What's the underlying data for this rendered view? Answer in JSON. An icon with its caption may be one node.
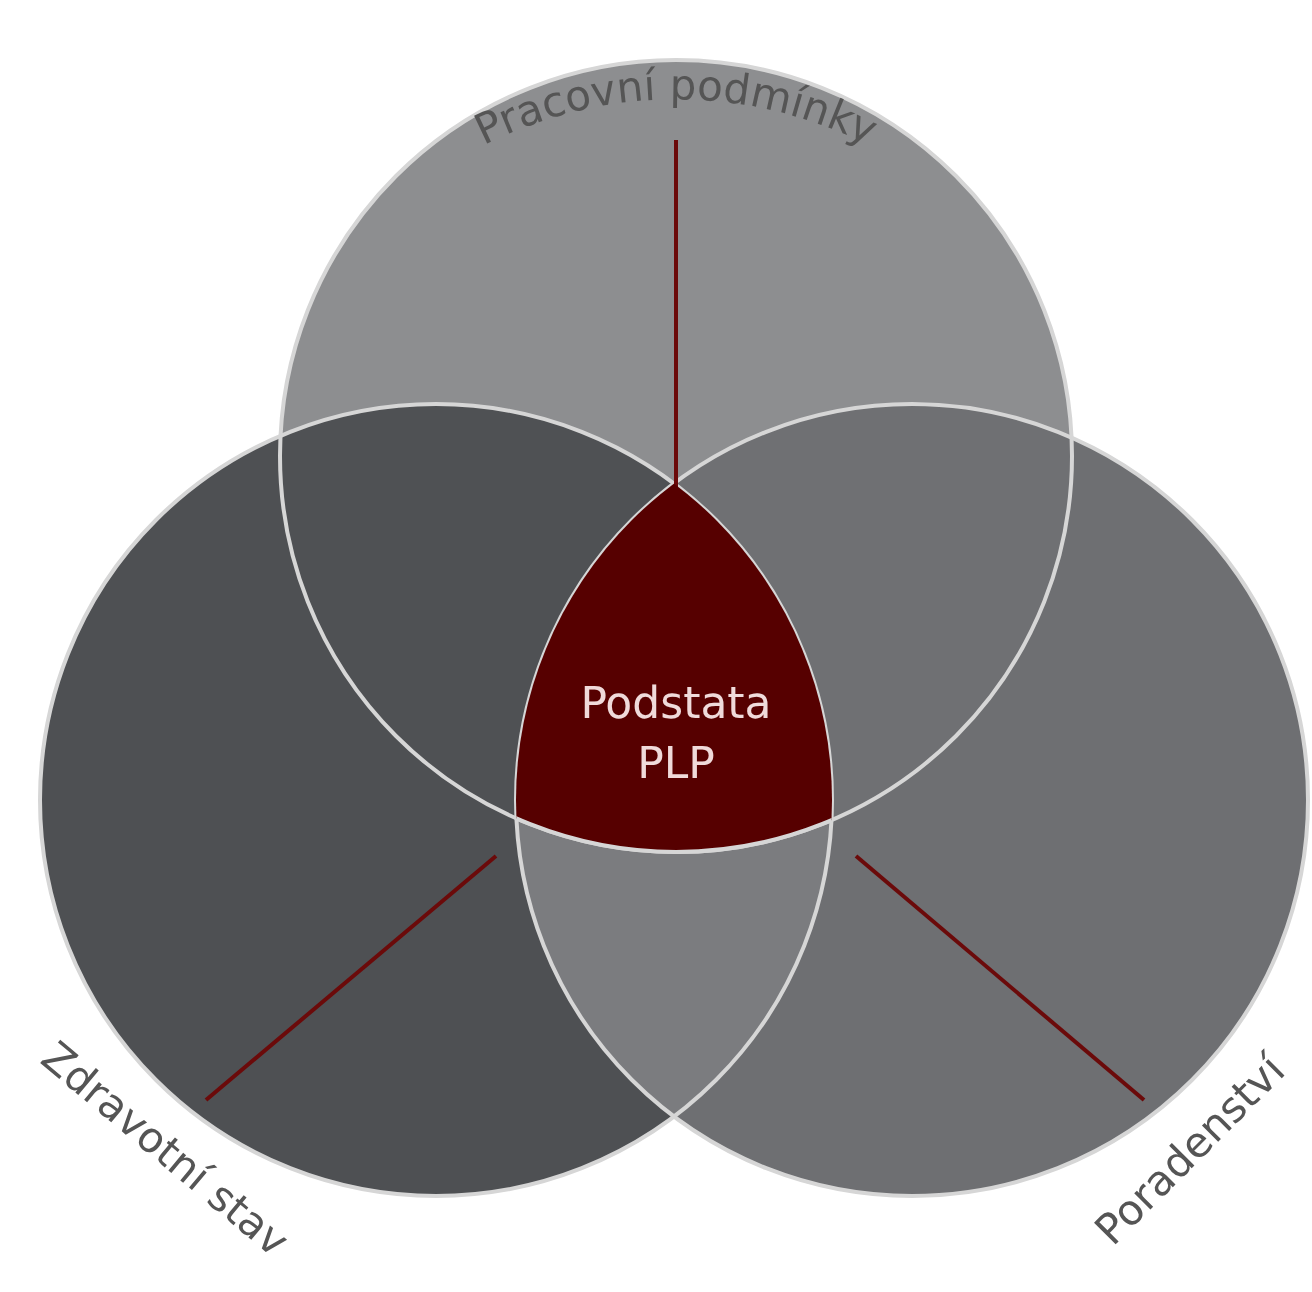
{
  "diagram": {
    "nodes": [
      {
        "text": [
          "Pracovní podmínky"
        ]
      },
      {
        "text": [
          "Zdravotní stav"
        ]
      },
      {
        "text": [
          "Poradenství"
        ]
      },
      {
        "text": [
          "Podstata PLP"
        ]
      }
    ]
  }
}
